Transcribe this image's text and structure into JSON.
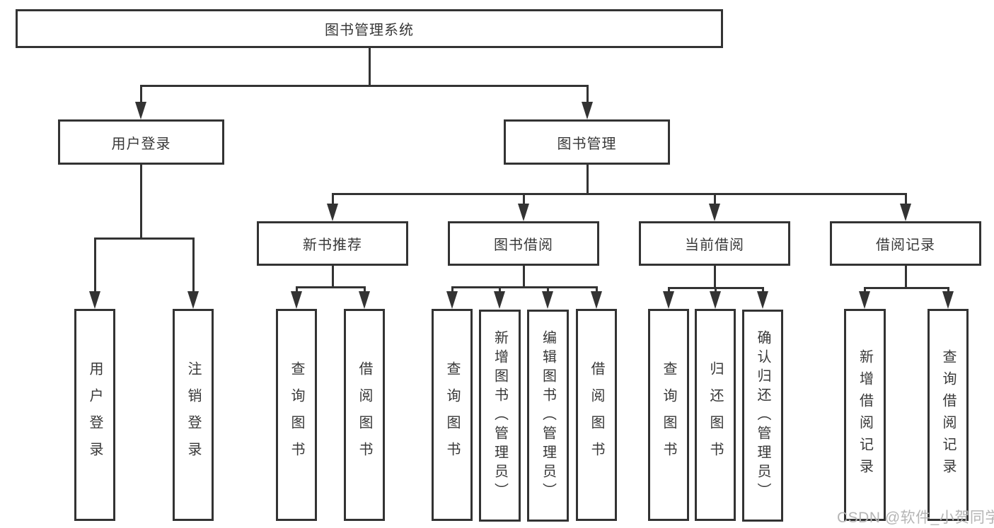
{
  "diagram": {
    "root_label": "图书管理系统",
    "user_login": {
      "label": "用户登录",
      "children": [
        "用户登录",
        "注销登录"
      ]
    },
    "book_mgmt": {
      "label": "图书管理"
    },
    "sections": [
      {
        "label": "新书推荐",
        "children": [
          "查询图书",
          "借阅图书"
        ]
      },
      {
        "label": "图书借阅",
        "children": [
          "查询图书",
          "新增图书（管理员）",
          "编辑图书（管理员）",
          "借阅图书"
        ]
      },
      {
        "label": "当前借阅",
        "children": [
          "查询图书",
          "归还图书",
          "确认归还（管理员）"
        ]
      },
      {
        "label": "借阅记录",
        "children": [
          "新增借阅记录",
          "查询借阅记录"
        ]
      }
    ]
  },
  "watermark": "CSDN @软件_小贺同学",
  "colors": {
    "line": "#333333",
    "text": "#383838",
    "watermark": "#b5b5b5",
    "background": "#ffffff"
  }
}
